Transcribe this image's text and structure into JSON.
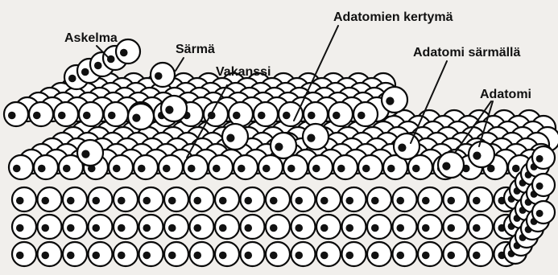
{
  "diagram": {
    "labels": {
      "step": "Askelma",
      "edge": "Särmä",
      "vacancy": "Vakanssi",
      "cluster": "Adatomien kertymä",
      "edge_adatom": "Adatomi särmällä",
      "adatom": "Adatomi"
    },
    "colors": {
      "background": "#f1efec",
      "atom_fill": "#ffffff",
      "outline": "#0a0a0a"
    }
  }
}
